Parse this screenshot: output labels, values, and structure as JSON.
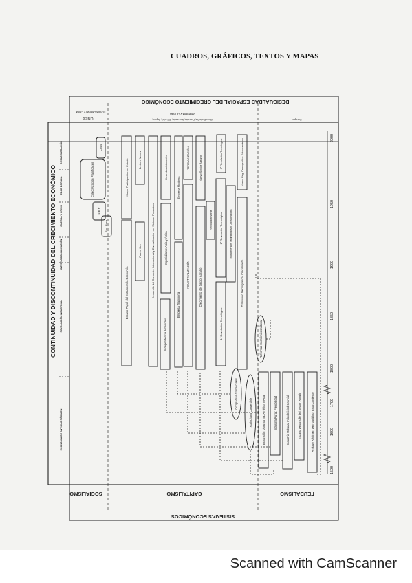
{
  "page": {
    "header": "CUADROS, GRÁFICOS, TEXTOS Y MAPAS",
    "scanner_watermark": "Scanned with CamScanner"
  },
  "diagram": {
    "main_title": "CONTINUIDAD Y DISCONTINUIDAD DEL CRECIMIENTO ECONÓMICO",
    "right_title": "DESIGUALDAD ESPACIAL DEL CRECIMIENTO ECONÓMICO",
    "systems_title": "SISTEMAS ECONÓMICOS",
    "systems": [
      "SOCIALISMO",
      "CAPITALISMO",
      "FEUDALISMO"
    ],
    "regions": {
      "socialism": "URSS",
      "socialism_sub": "Europa Oriental y China",
      "capitalism": "Gran Bretaña, Francia, Alemania, EE.UU., Japón,",
      "capitalism_sub": "Argentina y La India",
      "feudalism": "Europa"
    },
    "eras": [
      "ECONOMÍA DE ANTIGUO RÉGIMEN",
      "REVOLUCIÓN INDUSTRIAL",
      "INTERNACIONALIZACIÓN",
      "GUERRA Y CRISIS",
      "EDAD DORADA",
      "DESACELERACIÓN"
    ],
    "years": [
      "1500",
      "1600",
      "1700",
      "1800",
      "1850",
      "1900",
      "1950",
      "2000"
    ],
    "boxes": {
      "feudal_demo": "Antiguo Régimen Demográfico: Estancamiento",
      "feudal_agri": "Escaso Desarrollo del Sector Agrario",
      "feudal_indu": "Industria Urbana: Inflexibilidad Gremial",
      "feudal_rural": "Industria Rural: Flexibilidad",
      "feudal_expan": "Expansión Ultramarina: América y Asia",
      "agri_conv": "Agricultura Convertible",
      "comp_colon": "Compañías Comerciales",
      "liberal": "Reformas Económicas Liberal",
      "trans_demo": "Transición Demográfica: Crecimiento",
      "nuevo_reg": "Nuevo Rég. Demográfico: Estancamiento",
      "mov_migr": "Movimientos Migratorios y Urbanización",
      "rev_tec3": "3ª Revolución Tecnológica",
      "rev_tec2": "2ª Revolución Tecnológica",
      "rev_tec1": "1ª Revolución Tecnológica",
      "rev_verde": "Revolución Verde",
      "nuevo_agra": "Nuevo Sector Agrario",
      "crec_agra": "Crecimiento del Sector Agrario",
      "terciar": "TERCIARIZACIÓN",
      "industr": "INDUSTRIALIZACIÓN",
      "emp_mod": "Empresa Moderna",
      "emp_trad": "Empresa Tradicional",
      "desindus": "Desindustrialización",
      "imperial": "Imperialismo: Asia y África",
      "indep": "Independencia Americana",
      "desarrollo": "Desarrollo del Comercio Internacional y Diversificación del Sistema Financiero",
      "bretton": "Bretton Woods",
      "patron": "Patrón Oro",
      "mayor_part": "Mayor Participación del Estado",
      "escaso_pap": "Escaso Papel del Estado en la Economía",
      "crisis": "Crisis",
      "colect": "Colectivización Planificación",
      "nep": "N E P",
      "rev_rusa": "Rev. Rusa"
    }
  }
}
